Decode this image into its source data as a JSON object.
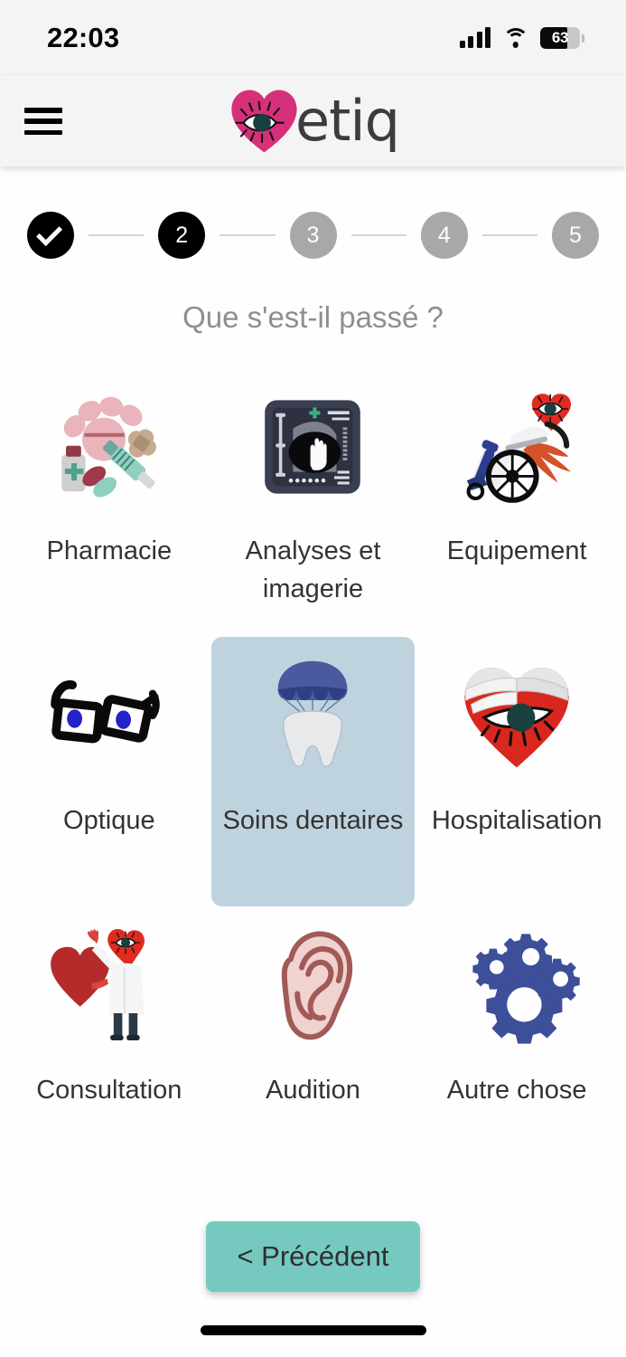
{
  "status_bar": {
    "time": "22:03",
    "battery_level": "63",
    "battery_percent": 63,
    "icons": [
      "cellular-signal-icon",
      "wifi-icon",
      "battery-icon"
    ]
  },
  "header": {
    "menu_icon": "hamburger-menu-icon",
    "logo_text": "etiq",
    "logo_mark": "heart-eye-logo-icon",
    "logo_heart_color": "#d6307a",
    "logo_text_color": "#3c3c3c",
    "background": "#f4f4f4"
  },
  "stepper": {
    "steps": [
      {
        "label": "",
        "state": "done",
        "icon": "check-icon"
      },
      {
        "label": "2",
        "state": "active",
        "icon": ""
      },
      {
        "label": "3",
        "state": "todo",
        "icon": ""
      },
      {
        "label": "4",
        "state": "todo",
        "icon": ""
      },
      {
        "label": "5",
        "state": "todo",
        "icon": ""
      }
    ],
    "active_color": "#000000",
    "inactive_color": "#a8a8a8",
    "connector_color": "#d4d4d4"
  },
  "main": {
    "question": "Que s'est-il passé ?",
    "question_color": "#8e8e8e",
    "selected_tile_color": "#bed3de",
    "tiles": [
      {
        "label": "Pharmacie",
        "icon": "pharmacy-pills-syringe-icon",
        "selected": false
      },
      {
        "label": "Analyses et imagerie",
        "icon": "ultrasound-screen-icon",
        "selected": false
      },
      {
        "label": "Equipement",
        "icon": "wheelchair-icon",
        "selected": false
      },
      {
        "label": "Optique",
        "icon": "eyeglasses-icon",
        "selected": false
      },
      {
        "label": "Soins dentaires",
        "icon": "tooth-parachute-icon",
        "selected": true
      },
      {
        "label": "Hospitalisation",
        "icon": "bandaged-heart-eye-icon",
        "selected": false
      },
      {
        "label": "Consultation",
        "icon": "doctor-heart-icon",
        "selected": false
      },
      {
        "label": "Audition",
        "icon": "ear-icon",
        "selected": false
      },
      {
        "label": "Autre chose",
        "icon": "gears-icon",
        "selected": false
      }
    ]
  },
  "footer": {
    "prev_label": "< Précédent",
    "prev_color": "#76c9bf"
  }
}
